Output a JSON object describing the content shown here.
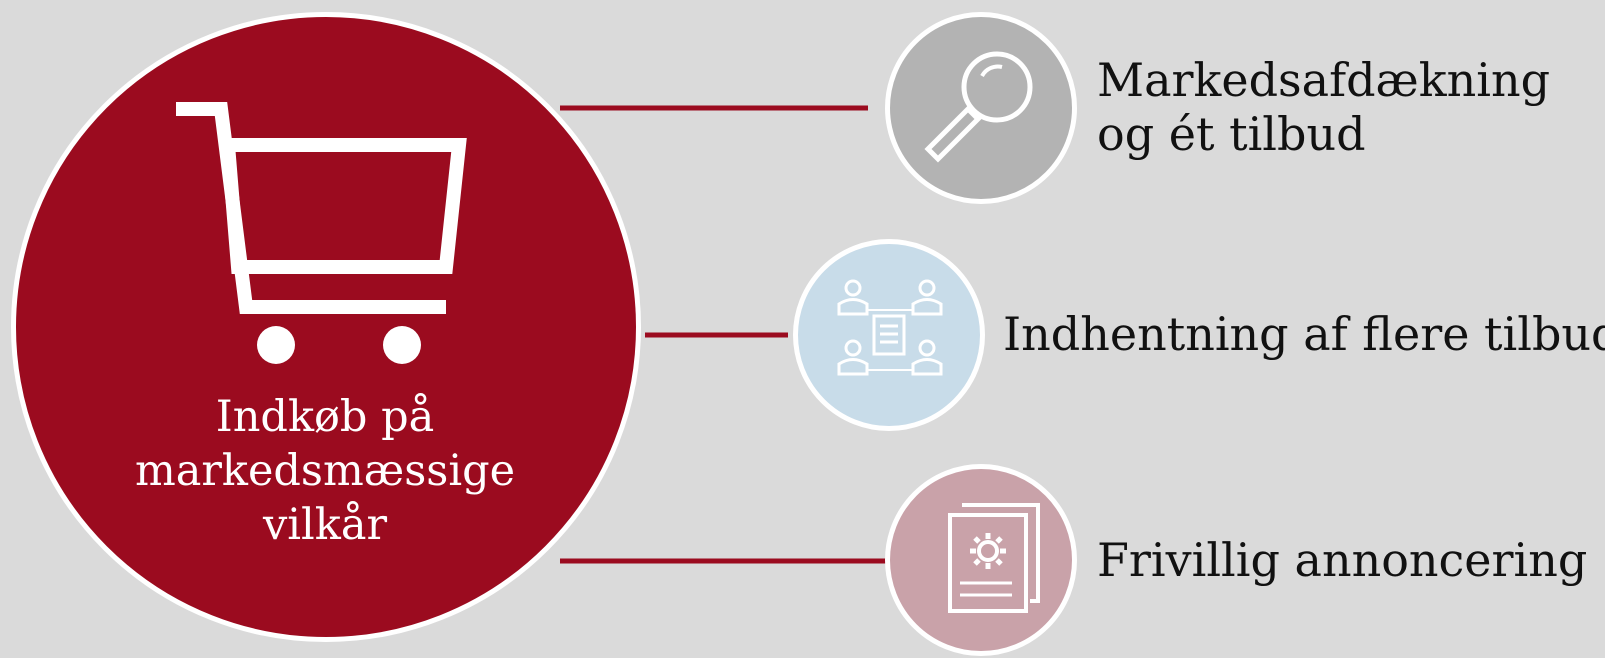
{
  "center": {
    "label_lines": [
      "Indkøb på",
      "markedsmæssige",
      "vilkår"
    ],
    "icon": "shopping-cart-icon",
    "color": "#9b0b1f"
  },
  "nodes": [
    {
      "label_lines": [
        "Markedsafdækning",
        "og ét tilbud"
      ],
      "icon": "magnifying-glass-icon",
      "color": "#b3b3b3"
    },
    {
      "label_lines": [
        "Indhentning af flere tilbud"
      ],
      "icon": "people-document-network-icon",
      "color": "#c8dce9"
    },
    {
      "label_lines": [
        "Frivillig annoncering"
      ],
      "icon": "documents-gear-icon",
      "color": "#c9a2a9"
    }
  ],
  "connector_color": "#9b0b1f"
}
